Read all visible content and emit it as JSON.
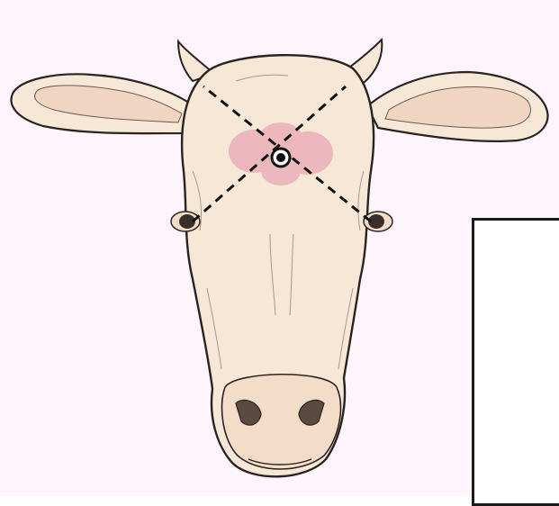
{
  "image": {
    "subject": "cow-head-front-view",
    "colors": {
      "background": "#fdf5fb",
      "skin": "#f7e7d7",
      "skin_shade": "#e9cdb3",
      "inner_ear": "#f0d6c2",
      "outline": "#2a2420",
      "target_zone": "#e9a7b5",
      "guide_lines": "#111111"
    },
    "marks": {
      "guide_lines_style": "dashed",
      "target_point": "filled-ring"
    }
  }
}
